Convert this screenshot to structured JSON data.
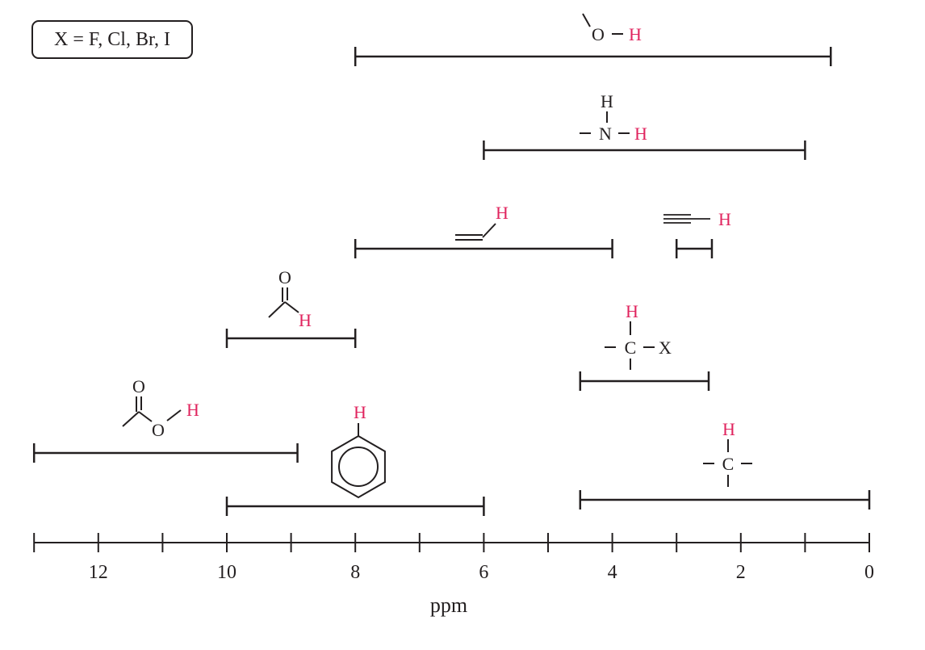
{
  "legend_note": "X = F, Cl, Br, I",
  "colors": {
    "ink": "#231f20",
    "highlight": "#e0245e"
  },
  "chart_data": {
    "type": "range",
    "x_axis": {
      "label": "ppm",
      "min": 0,
      "max": 13,
      "direction": "reversed",
      "tick_values": [
        13,
        12,
        11,
        10,
        9,
        8,
        7,
        6,
        5,
        4,
        3,
        2,
        1,
        0
      ],
      "tick_labels": [
        {
          "value": 12,
          "text": "12"
        },
        {
          "value": 10,
          "text": "10"
        },
        {
          "value": 8,
          "text": "8"
        },
        {
          "value": 6,
          "text": "6"
        },
        {
          "value": 4,
          "text": "4"
        },
        {
          "value": 2,
          "text": "2"
        },
        {
          "value": 0,
          "text": "0"
        }
      ]
    },
    "ranges": [
      {
        "group": "alcohol-OH",
        "from": 8.0,
        "to": 0.6,
        "structure_text": [
          "O",
          "H"
        ]
      },
      {
        "group": "amine-NH",
        "from": 6.0,
        "to": 1.0,
        "structure_text": [
          "H",
          "N",
          "H"
        ]
      },
      {
        "group": "vinyl-H",
        "from": 8.0,
        "to": 4.0,
        "structure_text": [
          "H"
        ]
      },
      {
        "group": "alkyne-H",
        "from": 3.0,
        "to": 2.45,
        "structure_text": [
          "H"
        ]
      },
      {
        "group": "aldehyde-H",
        "from": 10.0,
        "to": 8.0,
        "structure_text": [
          "O",
          "H"
        ]
      },
      {
        "group": "alkyl-halide-H",
        "from": 4.5,
        "to": 2.5,
        "structure_text": [
          "H",
          "C",
          "X"
        ]
      },
      {
        "group": "carboxylic-acid-H",
        "from": 13.0,
        "to": 8.9,
        "structure_text": [
          "O",
          "O",
          "H"
        ]
      },
      {
        "group": "aromatic-H",
        "from": 10.0,
        "to": 6.0,
        "structure_text": [
          "H"
        ]
      },
      {
        "group": "alkyl-H",
        "from": 4.5,
        "to": 0.0,
        "structure_text": [
          "H",
          "C"
        ]
      }
    ]
  }
}
